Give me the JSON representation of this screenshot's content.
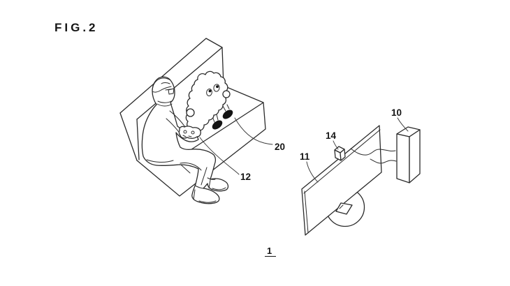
{
  "figure": {
    "title": "FIG.2",
    "page_number": "1"
  },
  "reference_labels": {
    "robot": "20",
    "input_device": "12",
    "camera": "14",
    "display": "11",
    "console": "10"
  },
  "colors": {
    "background": "#ffffff",
    "line": "#2a2a2a",
    "label_text": "#151515",
    "solid_fill": "#131313"
  }
}
